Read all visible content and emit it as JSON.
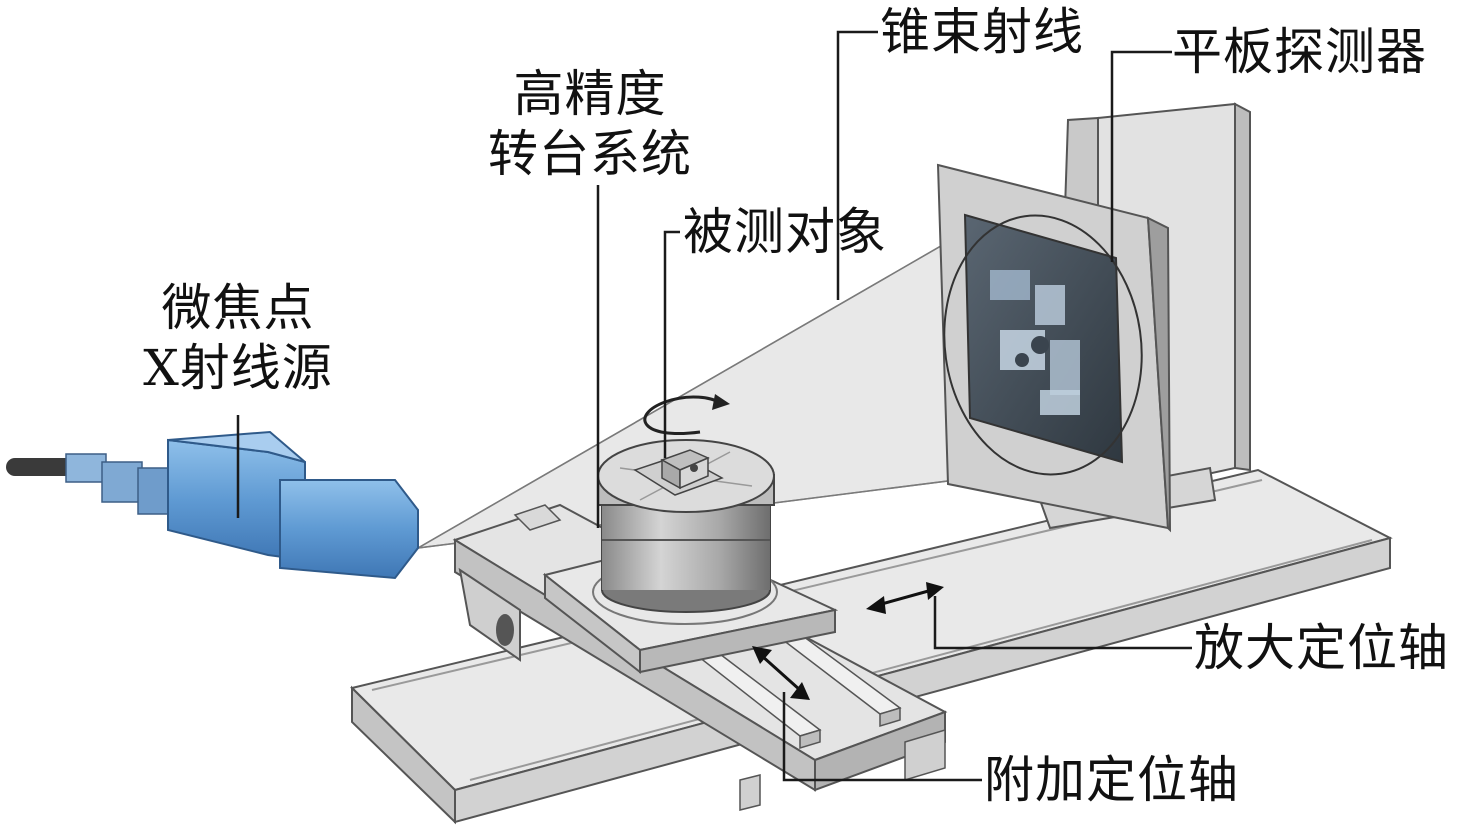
{
  "labels": {
    "source_line1": "微焦点",
    "source_line2": "X射线源",
    "turntable_line1": "高精度",
    "turntable_line2": "转台系统",
    "object": "被测对象",
    "cone_beam": "锥束射线",
    "detector": "平板探测器",
    "magnification_axis": "放大定位轴",
    "auxiliary_axis": "附加定位轴"
  },
  "colors": {
    "leader_line": "#1a1a1a",
    "source_blue": "#6aa4d8",
    "metal_light": "#e6e6e6",
    "metal_mid": "#cfcfcf",
    "metal_dark": "#a9a9a9",
    "outline": "#444444",
    "detector_screen": "#4a5560",
    "cone_fill": "#d9d9d9"
  }
}
